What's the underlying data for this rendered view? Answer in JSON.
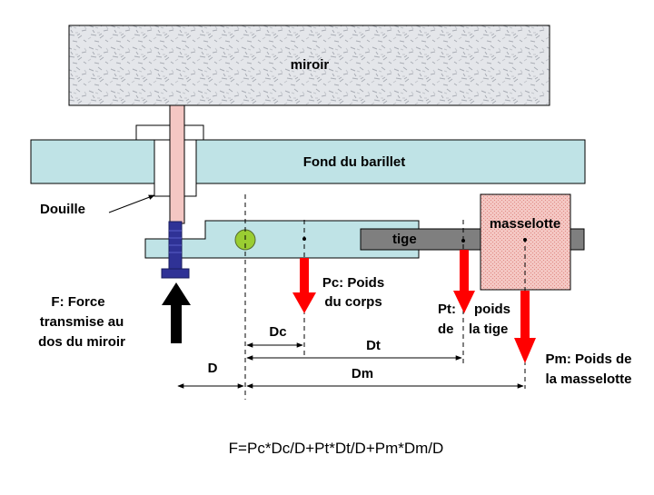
{
  "colors": {
    "background": "#ffffff",
    "mirror_fill": "#e4e6ea",
    "cell_fill": "#bfe3e6",
    "tube_fill": "#f4c7c3",
    "rod_fill": "#7f7f7f",
    "counterweight_fill": "#f4c7c3",
    "force_arrow": "#000000",
    "weight_arrow": "#ff0000",
    "screw": "#2f3296",
    "center_of_mass_dot": "#9acd32",
    "lines": "#000000"
  },
  "labels": {
    "mirror": "miroir",
    "cell_bottom": "Fond du barillet",
    "bushing": "Douille",
    "rod": "tige",
    "counterweight": "masselotte",
    "force_line1": "F: Force",
    "force_line2": "transmise au",
    "force_line3": "dos du miroir",
    "body_weight_line1": "Pc: Poids",
    "body_weight_line2": "du corps",
    "rod_weight_line1a": "Pt:",
    "rod_weight_line1b": "poids",
    "rod_weight_line2a": "de",
    "rod_weight_line2b": "la tige",
    "mass_weight_line1": "Pm: Poids de",
    "mass_weight_line2": "la masselotte"
  },
  "dimensions": {
    "dc": "Dc",
    "dt": "Dt",
    "dm": "Dm",
    "d": "D"
  },
  "formula": "F=Pc*Dc/D+Pt*Dt/D+Pm*Dm/D"
}
